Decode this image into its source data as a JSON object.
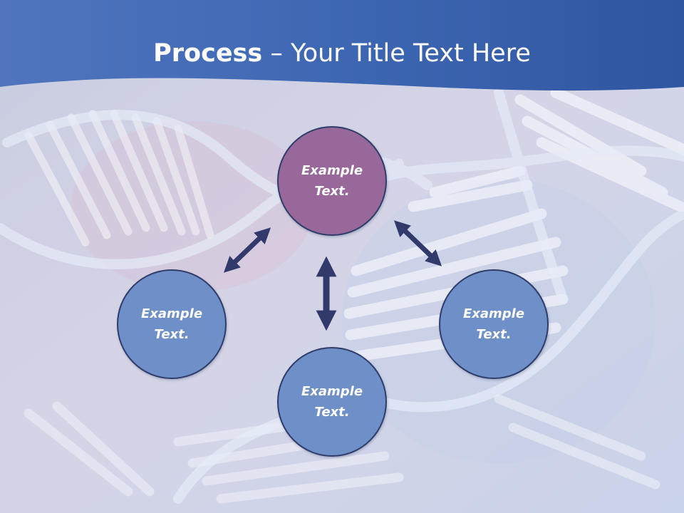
{
  "title": {
    "bold": "Process",
    "rest": " – Your Title Text Here"
  },
  "nodes": {
    "top": {
      "label": "Example Text.",
      "color": "#98689b"
    },
    "left": {
      "label": "Example Text.",
      "color": "#6e8fc7"
    },
    "right": {
      "label": "Example Text.",
      "color": "#6e8fc7"
    },
    "bottom": {
      "label": "Example Text.",
      "color": "#6e8fc7"
    }
  },
  "colors": {
    "header_blue": "#3c67b2",
    "arrow": "#323a6b",
    "circle_border": "#2f3d6b"
  }
}
